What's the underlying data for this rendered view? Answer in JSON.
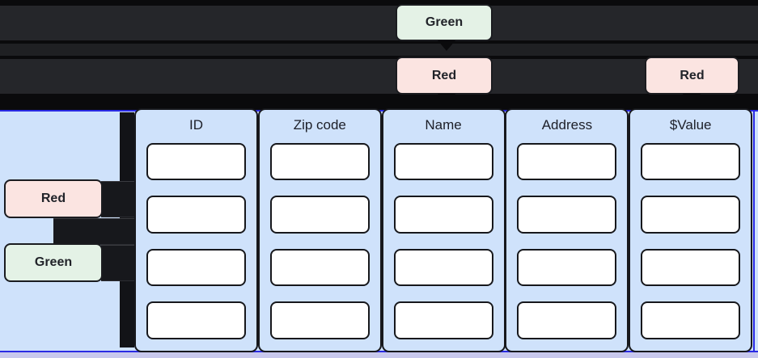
{
  "callouts": {
    "row_green": {
      "label": "Green"
    },
    "col_red_name": {
      "label": "Red"
    },
    "col_red_value": {
      "label": "Red"
    }
  },
  "side_labels": {
    "red": {
      "label": "Red"
    },
    "green": {
      "label": "Green"
    }
  },
  "columns": [
    {
      "label": "ID",
      "cells": [
        "",
        "",
        "",
        ""
      ]
    },
    {
      "label": "Zip code",
      "cells": [
        "",
        "",
        "",
        ""
      ]
    },
    {
      "label": "Name",
      "cells": [
        "",
        "",
        "",
        ""
      ]
    },
    {
      "label": "Address",
      "cells": [
        "",
        "",
        "",
        ""
      ]
    },
    {
      "label": "$Value",
      "cells": [
        "",
        "",
        "",
        ""
      ]
    }
  ],
  "colors": {
    "green_badge": "#e4f2e6",
    "red_badge": "#fbe4e1",
    "column_fill": "#cfe2fb",
    "cell_fill": "#ffffff",
    "selection_blue": "#2a2ae4",
    "row_bar_dark": "#25262a",
    "canvas_black": "#0a0a0c",
    "bottom_strip_lavender": "#c8c8ed"
  }
}
